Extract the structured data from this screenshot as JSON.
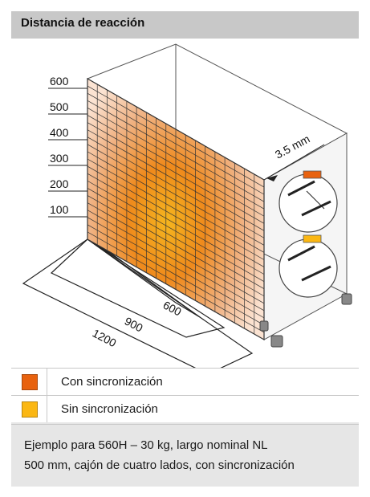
{
  "header": {
    "title": "Distancia de reacción"
  },
  "figure": {
    "height_ticks": [
      "600",
      "500",
      "400",
      "300",
      "200",
      "100"
    ],
    "floor_distances": [
      "600",
      "900",
      "1200"
    ],
    "gap_label": "3.5 mm"
  },
  "legend": [
    {
      "label": "Con sincronización",
      "color": "#e8620f"
    },
    {
      "label": "Sin sincronización",
      "color": "#fbb713"
    }
  ],
  "note": {
    "line1": "Ejemplo para 560H – 30 kg, largo nominal NL",
    "line2": "500 mm, cajón de cuatro lados, con sincronización"
  }
}
